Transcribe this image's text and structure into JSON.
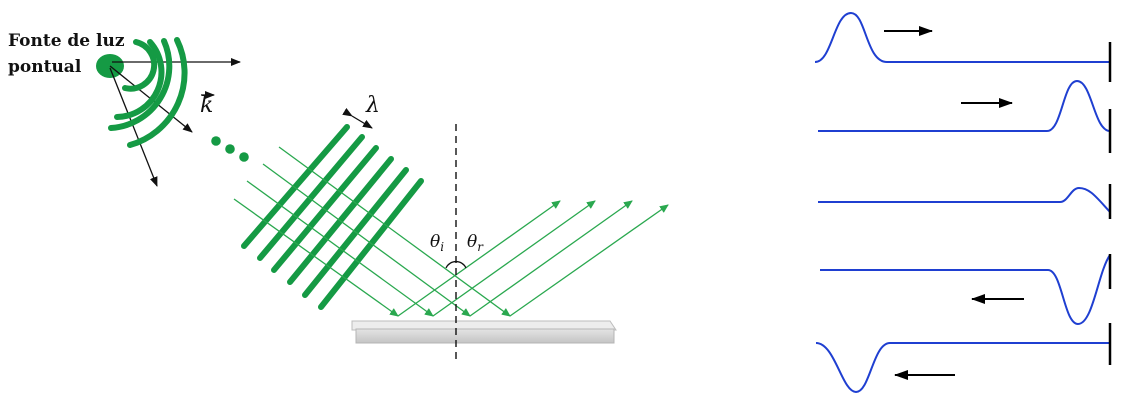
{
  "reflection_diagram": {
    "source_label_line1": "Fonte de luz",
    "source_label_line2": "pontual",
    "wave_vector_symbol": "k",
    "wavelength_symbol": "λ",
    "incidence_angle_symbol": "θ",
    "incidence_angle_subscript": "i",
    "reflection_angle_symbol": "θ",
    "reflection_angle_subscript": "r",
    "colors": {
      "wave": "#159a44",
      "ray": "#2aa84f",
      "ink": "#111111",
      "mirror": "#cfcfcf"
    }
  },
  "pulse_panel": {
    "frames": [
      {
        "pulse": "upward crest near left end",
        "direction": "right"
      },
      {
        "pulse": "upward crest near right end",
        "direction": "right"
      },
      {
        "pulse": "small crest at fixed end",
        "direction": "none"
      },
      {
        "pulse": "inverted trough near right end",
        "direction": "left"
      },
      {
        "pulse": "inverted trough near left end",
        "direction": "left"
      }
    ],
    "colors": {
      "string": "#1f3fd1",
      "arrow": "#000000",
      "wall": "#000000"
    }
  }
}
